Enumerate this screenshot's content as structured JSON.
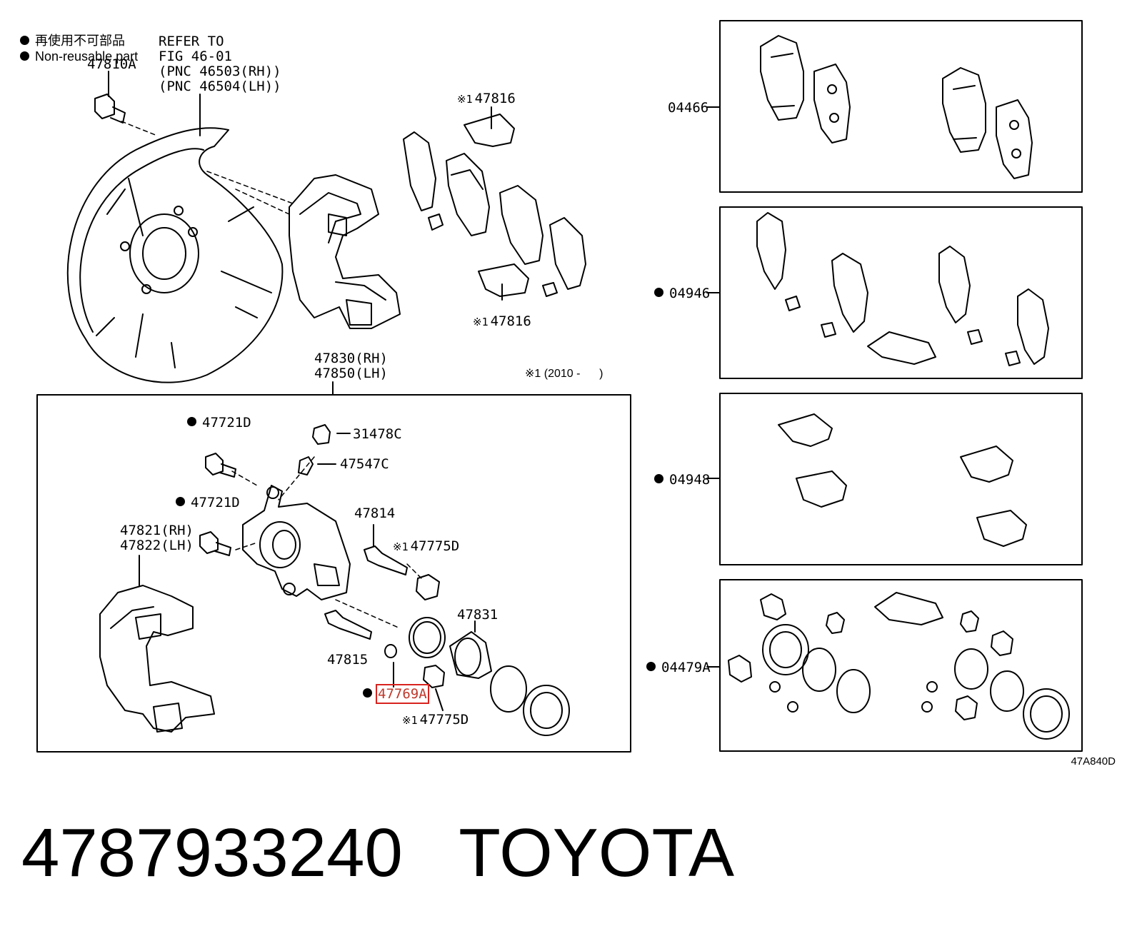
{
  "legend": {
    "non_reusable_jp": "再使用不可部品",
    "non_reusable_en": "Non-reusable part"
  },
  "refer": {
    "line1": "REFER TO",
    "line2": "FIG 46-01",
    "line3": "(PNC 46503(RH))",
    "line4": "(PNC 46504(LH))"
  },
  "mark": "※1",
  "note": {
    "text": "※1 (2010 -      )"
  },
  "parts": {
    "p47810A": "47810A",
    "p47816_top": "47816",
    "p47816_bot": "47816",
    "p47830": "47830(RH)",
    "p47850": "47850(LH)",
    "p47721D_a": "47721D",
    "p47721D_b": "47721D",
    "p31478C": "31478C",
    "p47547C": "47547C",
    "p47814": "47814",
    "p47775D_a": "47775D",
    "p47775D_b": "47775D",
    "p47821": "47821(RH)",
    "p47822": "47822(LH)",
    "p47831": "47831",
    "p47815": "47815",
    "p47769A": "47769A",
    "p04466": "04466",
    "p04946": "04946",
    "p04948": "04948",
    "p04479A": "04479A"
  },
  "diagram_code": "47A840D",
  "footer": {
    "part_number": "4787933240",
    "brand": "TOYOTA"
  },
  "colors": {
    "highlight": "#d9231f",
    "line": "#000000"
  }
}
